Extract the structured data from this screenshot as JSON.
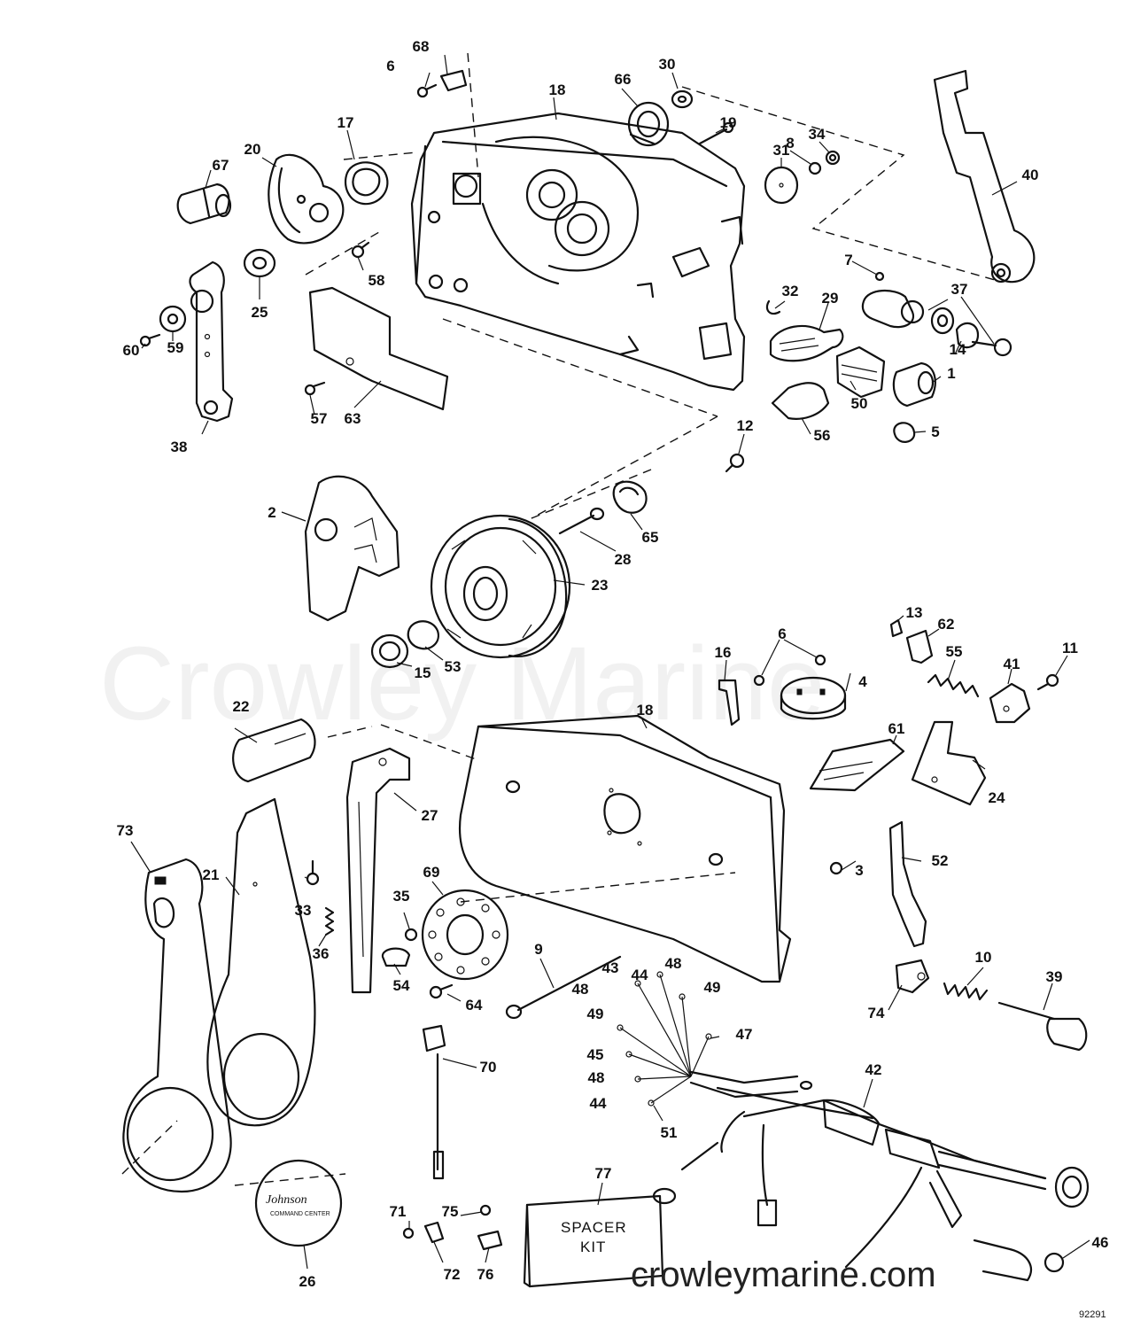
{
  "watermark": "Crowley Marine",
  "website": "crowleymarine.com",
  "diagram_code": "92291",
  "spacer_kit": {
    "line1": "SPACER",
    "line2": "KIT"
  },
  "logo": {
    "brand": "Johnson",
    "subtitle": "COMMAND CENTER"
  },
  "callouts": {
    "c1": "1",
    "c2": "2",
    "c3": "3",
    "c4": "4",
    "c5": "5",
    "c6a": "6",
    "c6b": "6",
    "c7": "7",
    "c8": "8",
    "c9": "9",
    "c10": "10",
    "c11": "11",
    "c12": "12",
    "c13": "13",
    "c14": "14",
    "c15": "15",
    "c16": "16",
    "c17": "17",
    "c18a": "18",
    "c18b": "18",
    "c19": "19",
    "c20": "20",
    "c21": "21",
    "c22": "22",
    "c23": "23",
    "c24": "24",
    "c25": "25",
    "c26": "26",
    "c27": "27",
    "c28": "28",
    "c29": "29",
    "c30": "30",
    "c31": "31",
    "c32": "32",
    "c33": "33",
    "c34": "34",
    "c35": "35",
    "c36": "36",
    "c37": "37",
    "c38": "38",
    "c39": "39",
    "c40": "40",
    "c41": "41",
    "c42": "42",
    "c43": "43",
    "c44a": "44",
    "c44b": "44",
    "c45": "45",
    "c46": "46",
    "c47": "47",
    "c48a": "48",
    "c48b": "48",
    "c48c": "48",
    "c49a": "49",
    "c49b": "49",
    "c50": "50",
    "c51": "51",
    "c52": "52",
    "c53": "53",
    "c54": "54",
    "c55": "55",
    "c56": "56",
    "c57": "57",
    "c58": "58",
    "c59": "59",
    "c60": "60",
    "c61": "61",
    "c62": "62",
    "c63": "63",
    "c64": "64",
    "c65": "65",
    "c66": "66",
    "c67": "67",
    "c68": "68",
    "c69": "69",
    "c70": "70",
    "c71": "71",
    "c72": "72",
    "c73": "73",
    "c74": "74",
    "c75": "75",
    "c76": "76",
    "c77": "77"
  }
}
